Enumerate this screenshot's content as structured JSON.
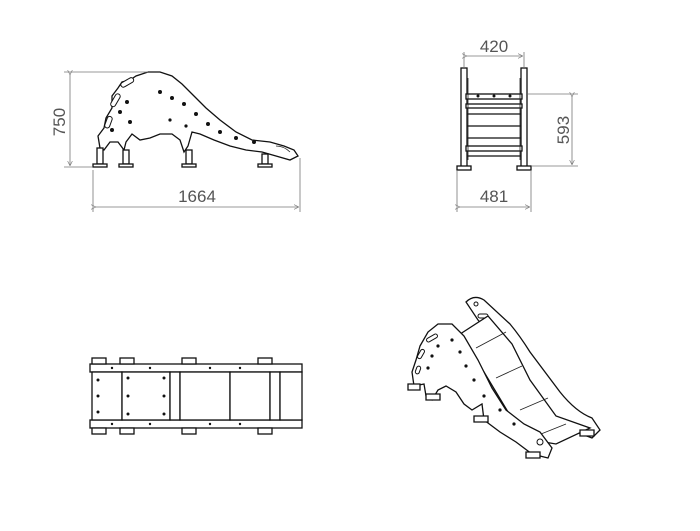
{
  "dimensions": {
    "side_height": "750",
    "side_length": "1664",
    "front_top_width": "420",
    "front_height": "593",
    "front_bottom_width": "481"
  }
}
